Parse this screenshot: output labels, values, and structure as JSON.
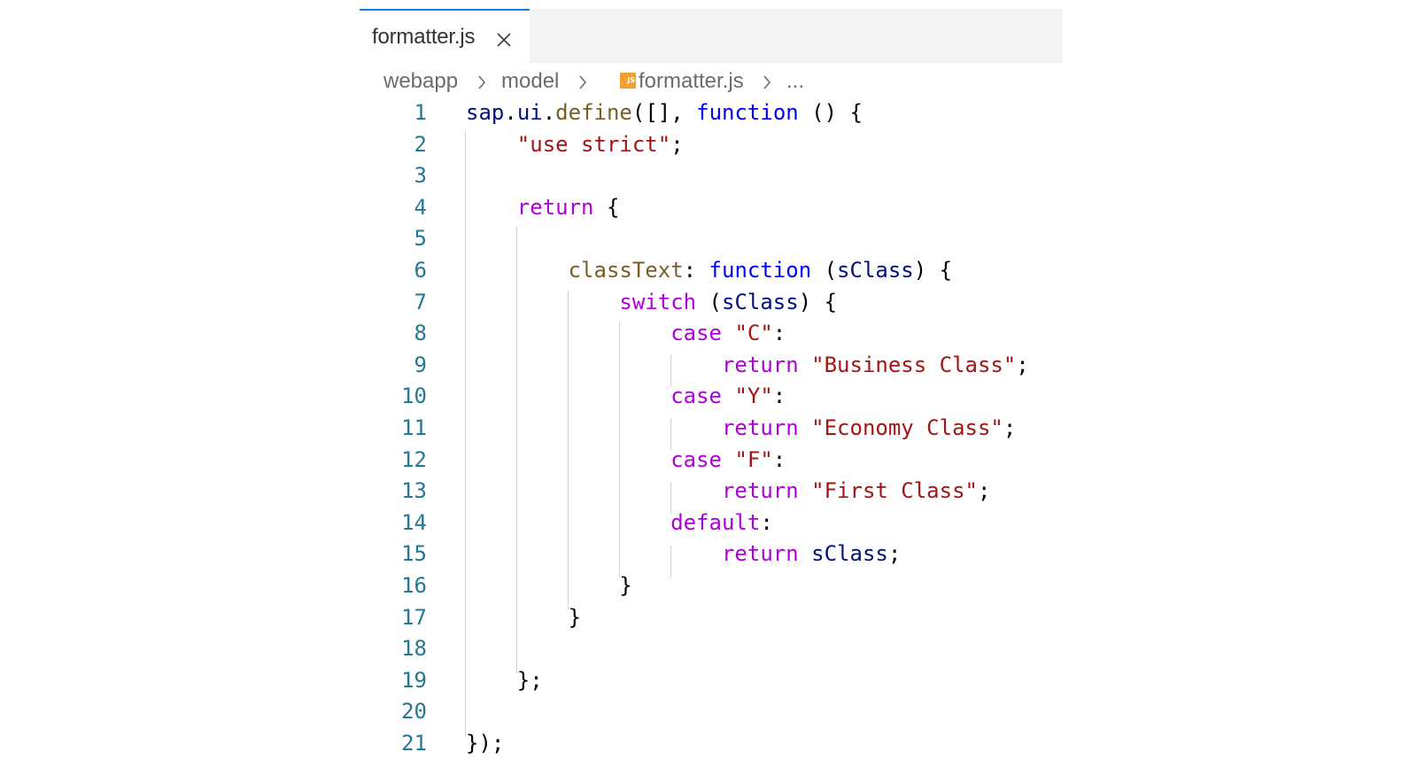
{
  "tab": {
    "label": "formatter.js",
    "close_icon": "close-icon"
  },
  "breadcrumb": {
    "items": [
      "webapp",
      "model",
      "formatter.js",
      "..."
    ],
    "file_icon_text": "JS",
    "file_icon_color": "#f0a030",
    "separator_icon": "chevron-right-icon"
  },
  "editor": {
    "accent_color": "#1a7bd8",
    "line_number_color": "#237893",
    "lines": [
      {
        "number": "1",
        "tokens": [
          [
            "var",
            "sap"
          ],
          [
            "",
            "."
          ],
          [
            "var",
            "ui"
          ],
          [
            "",
            "."
          ],
          [
            "fn",
            "define"
          ],
          [
            "",
            "([], "
          ],
          [
            "kw",
            "function"
          ],
          [
            "",
            " () {"
          ]
        ]
      },
      {
        "number": "2",
        "tokens": [
          [
            "",
            "    "
          ],
          [
            "str",
            "\"use strict\""
          ],
          [
            "",
            ";"
          ]
        ]
      },
      {
        "number": "3",
        "tokens": []
      },
      {
        "number": "4",
        "tokens": [
          [
            "",
            "    "
          ],
          [
            "ctl",
            "return"
          ],
          [
            "",
            " {"
          ]
        ]
      },
      {
        "number": "5",
        "tokens": []
      },
      {
        "number": "6",
        "tokens": [
          [
            "",
            "        "
          ],
          [
            "prop",
            "classText"
          ],
          [
            "",
            ": "
          ],
          [
            "kw",
            "function"
          ],
          [
            "",
            " ("
          ],
          [
            "var",
            "sClass"
          ],
          [
            "",
            ") {"
          ]
        ]
      },
      {
        "number": "7",
        "tokens": [
          [
            "",
            "            "
          ],
          [
            "ctl",
            "switch"
          ],
          [
            "",
            " ("
          ],
          [
            "var",
            "sClass"
          ],
          [
            "",
            ") {"
          ]
        ]
      },
      {
        "number": "8",
        "tokens": [
          [
            "",
            "                "
          ],
          [
            "ctl",
            "case"
          ],
          [
            "",
            " "
          ],
          [
            "str",
            "\"C\""
          ],
          [
            "",
            ":"
          ]
        ]
      },
      {
        "number": "9",
        "tokens": [
          [
            "",
            "                    "
          ],
          [
            "ctl",
            "return"
          ],
          [
            "",
            " "
          ],
          [
            "str",
            "\"Business Class\""
          ],
          [
            "",
            ";"
          ]
        ]
      },
      {
        "number": "10",
        "tokens": [
          [
            "",
            "                "
          ],
          [
            "ctl",
            "case"
          ],
          [
            "",
            " "
          ],
          [
            "str",
            "\"Y\""
          ],
          [
            "",
            ":"
          ]
        ]
      },
      {
        "number": "11",
        "tokens": [
          [
            "",
            "                    "
          ],
          [
            "ctl",
            "return"
          ],
          [
            "",
            " "
          ],
          [
            "str",
            "\"Economy Class\""
          ],
          [
            "",
            ";"
          ]
        ]
      },
      {
        "number": "12",
        "tokens": [
          [
            "",
            "                "
          ],
          [
            "ctl",
            "case"
          ],
          [
            "",
            " "
          ],
          [
            "str",
            "\"F\""
          ],
          [
            "",
            ":"
          ]
        ]
      },
      {
        "number": "13",
        "tokens": [
          [
            "",
            "                    "
          ],
          [
            "ctl",
            "return"
          ],
          [
            "",
            " "
          ],
          [
            "str",
            "\"First Class\""
          ],
          [
            "",
            ";"
          ]
        ]
      },
      {
        "number": "14",
        "tokens": [
          [
            "",
            "                "
          ],
          [
            "ctl",
            "default"
          ],
          [
            "",
            ":"
          ]
        ]
      },
      {
        "number": "15",
        "tokens": [
          [
            "",
            "                    "
          ],
          [
            "ctl",
            "return"
          ],
          [
            "",
            " "
          ],
          [
            "var",
            "sClass"
          ],
          [
            "",
            ";"
          ]
        ]
      },
      {
        "number": "16",
        "tokens": [
          [
            "",
            "            }"
          ]
        ]
      },
      {
        "number": "17",
        "tokens": [
          [
            "",
            "        }"
          ]
        ]
      },
      {
        "number": "18",
        "tokens": []
      },
      {
        "number": "19",
        "tokens": [
          [
            "",
            "    };"
          ]
        ]
      },
      {
        "number": "20",
        "tokens": []
      },
      {
        "number": "21",
        "tokens": [
          [
            "",
            "});"
          ]
        ]
      }
    ]
  }
}
